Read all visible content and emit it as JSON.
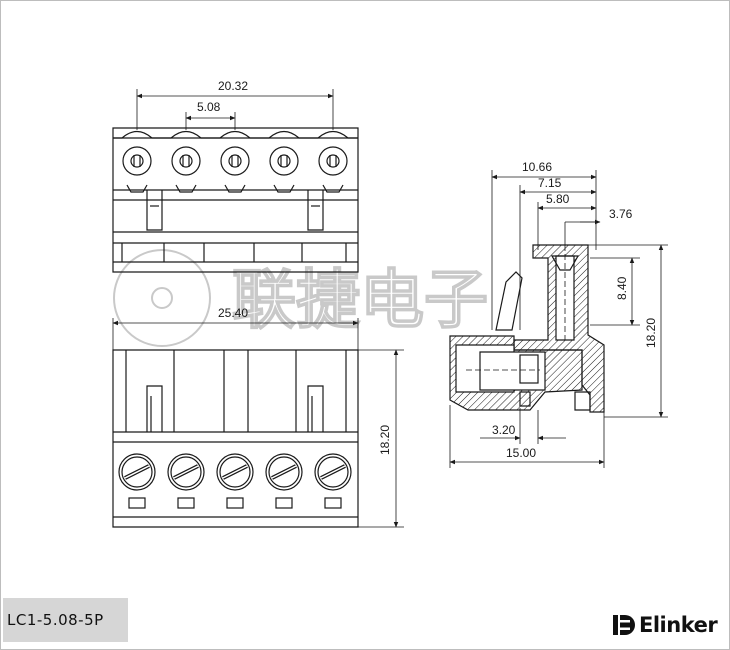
{
  "dimensions": {
    "top_overall_pitch": "20.32",
    "top_pin_pitch": "5.08",
    "front_width": "25.40",
    "front_height": "18.20",
    "side_dim_a": "10.66",
    "side_dim_b": "7.15",
    "side_dim_c": "5.80",
    "side_dim_d": "3.76",
    "side_dim_e": "8.40",
    "side_height": "18.20",
    "side_dim_f": "3.20",
    "side_width": "15.00"
  },
  "part_number": "LC1-5.08-5P",
  "brand": {
    "name": "Elinker",
    "logo_icon": "elinker-logo-icon"
  },
  "watermark": {
    "text": "联捷电子"
  },
  "colors": {
    "line": "#1a1a1a",
    "label_bg": "#d6d6d6",
    "watermark": "#c9c9c9"
  }
}
